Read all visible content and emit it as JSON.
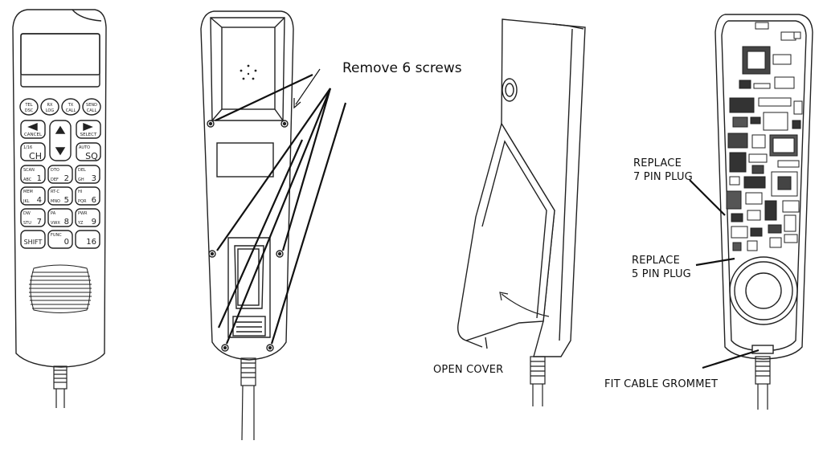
{
  "annotations": {
    "remove_screws": "Remove 6 screws",
    "open_cover": "OPEN COVER",
    "replace_7_pin_line1": "REPLACE",
    "replace_7_pin_line2": "7 PIN PLUG",
    "replace_5_pin_line1": "REPLACE",
    "replace_5_pin_line2": "5 PIN PLUG",
    "fit_cable_grommet": "FIT CABLE GROMMET"
  },
  "keypad": {
    "top_row": [
      {
        "line1": "TEL",
        "line2": "DSC"
      },
      {
        "line1": "RX",
        "line2": "LOG"
      },
      {
        "line1": "TX",
        "line2": "CALL"
      },
      {
        "line1": "SEND",
        "line2": "CALL"
      }
    ],
    "nav": {
      "cancel": "CANCEL",
      "select": "SELECT"
    },
    "side": {
      "ch_small": "1/16",
      "ch_big": "CH",
      "auto_small": "AUTO",
      "auto_big": "SQ"
    },
    "grid": [
      {
        "tl": "SCAN",
        "bl": "ABC",
        "num": "1"
      },
      {
        "tl": "DTO",
        "bl": "DEF",
        "num": "2"
      },
      {
        "tl": "DEL",
        "bl": "GH",
        "num": "3"
      },
      {
        "tl": "MEM",
        "bl": "JKL",
        "num": "4"
      },
      {
        "tl": "RT-C",
        "bl": "MNO",
        "num": "5"
      },
      {
        "tl": "HI",
        "bl": "PQR",
        "num": "6"
      },
      {
        "tl": "DW",
        "bl": "STU",
        "num": "7"
      },
      {
        "tl": "PA",
        "bl": "VWX",
        "num": "8"
      },
      {
        "tl": "PWR",
        "bl": "YZ",
        "num": "9"
      }
    ],
    "bottom": [
      {
        "tl": "",
        "bl": "",
        "num": "SHIFT"
      },
      {
        "tl": "FUNC",
        "bl": "",
        "num": "0"
      },
      {
        "tl": "",
        "bl": "",
        "num": "16"
      }
    ]
  }
}
